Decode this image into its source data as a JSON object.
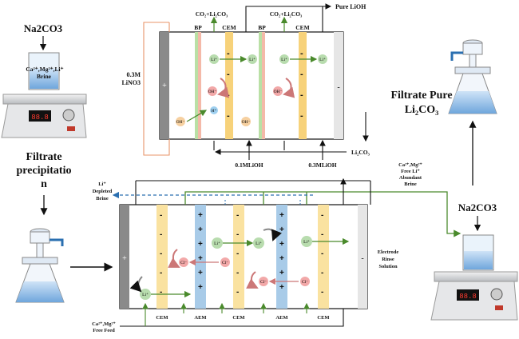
{
  "top_left": {
    "reagent": "Na2CO3",
    "brine_line1": "Ca²⁺,Mg²⁺,Li⁺",
    "brine_line2": "Brine",
    "step_line1": "Filtrate",
    "step_line2": "precipitatio",
    "step_line3": "n"
  },
  "upper_cell": {
    "co2_left": "CO₂+Li₂CO₃",
    "co2_right": "CO₂+Li₂CO₃",
    "pure_lioh": "Pure LiOH",
    "membranes": [
      "BP",
      "CEM",
      "BP",
      "CEM"
    ],
    "anolyte_line1": "0.3M",
    "anolyte_line2": "LiNO3",
    "plus": "+",
    "minus": "-",
    "feed_lioh_1": "0.1MLiOH",
    "feed_lioh_2": "0.3MLiOH",
    "li2co3_in": "Li₂CO₃",
    "ions": {
      "li": "Li⁺",
      "oh": "OH⁻",
      "h": "H⁺"
    }
  },
  "right": {
    "product_line1": "Filtrate Pure",
    "product_line2": "Li₂CO₃",
    "reagent": "Na2CO3"
  },
  "lower_cell": {
    "depleted_line1": "Li⁺",
    "depleted_line2": "Depleted",
    "depleted_line3": "Brine",
    "abundant_line1": "Ca²⁺,Mg²⁺",
    "abundant_line2": "Free Li⁺",
    "abundant_line3": "Abundant",
    "abundant_line4": "Brine",
    "feed_line1": "Ca²⁺,Mg²⁺",
    "feed_line2": "Free Feed",
    "rinse_line1": "Electrode",
    "rinse_line2": "Rinse",
    "rinse_line3": "Solution",
    "membranes": [
      "CEM",
      "AEM",
      "CEM",
      "AEM",
      "CEM"
    ],
    "plus": "+",
    "minus": "-",
    "ions": {
      "li": "Li⁺",
      "cl": "Cl⁻"
    }
  }
}
